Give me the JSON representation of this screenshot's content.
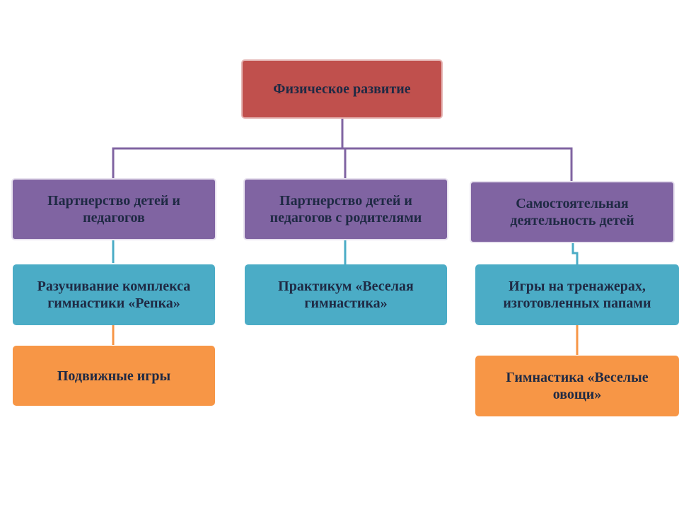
{
  "diagram": {
    "root": "Физическое развитие",
    "branches": [
      {
        "label": "Партнерство детей и педагогов",
        "children": [
          "Разучивание комплекса гимнастики «Репка»",
          "Подвижные игры"
        ]
      },
      {
        "label": "Партнерство детей и педагогов с родителями",
        "children": [
          "Практикум «Веселая гимнастика»"
        ]
      },
      {
        "label": "Самостоятельная деятельность детей",
        "children": [
          "Игры на тренажерах, изготовленных папами",
          "Гимнастика «Веселые овощи»"
        ]
      }
    ],
    "colors": {
      "root": "#c0504d",
      "branch": "#8064a2",
      "level2": "#4bacc6",
      "level3": "#f79646",
      "connector_main": "#8064a2",
      "connector_level2": "#4bacc6",
      "connector_level3": "#f79646"
    }
  }
}
